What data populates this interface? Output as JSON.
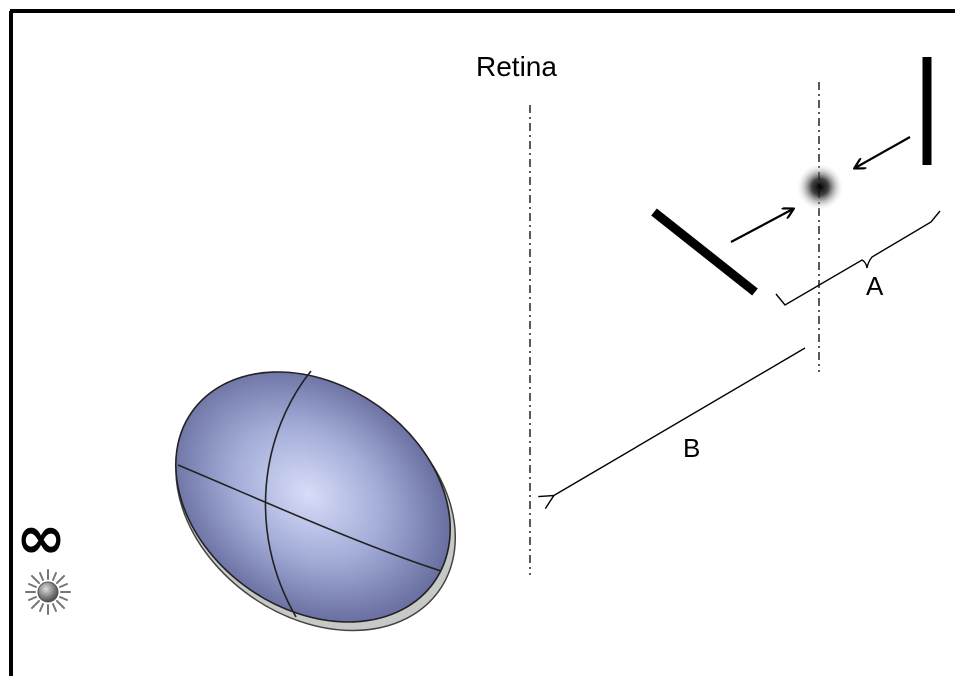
{
  "diagram": {
    "title": "Retina",
    "label_a": "A",
    "label_b": "B",
    "infinity_symbol": "∞",
    "icons": {
      "light_source": "sun-icon"
    },
    "colors": {
      "frame": "#000000",
      "lens_fill_center": "#c7cfee",
      "lens_fill_edge": "#5a6090",
      "lens_rim": "#b8bbb8",
      "mirror": "#000000",
      "focal_spot": "#000000",
      "sun_core": "#7a7a7a"
    }
  }
}
